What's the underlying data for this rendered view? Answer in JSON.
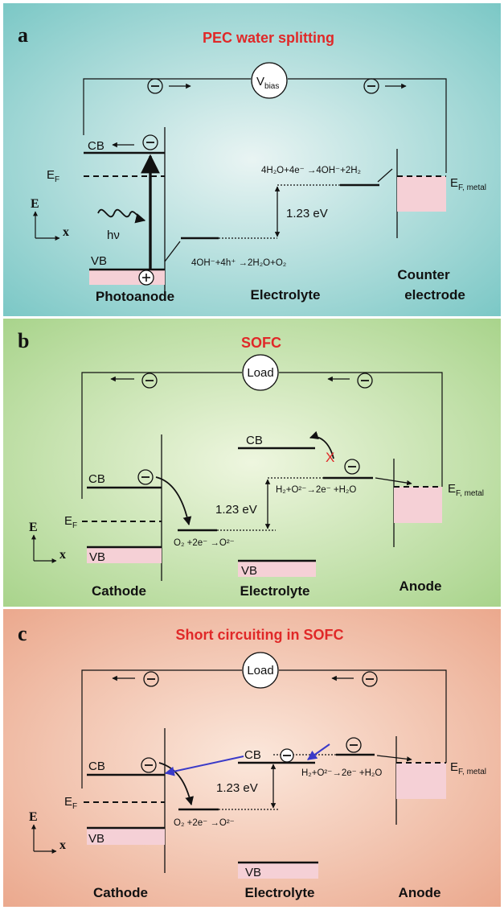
{
  "panel_a": {
    "letter": "a",
    "title": "PEC water splitting",
    "vbias_main": "V",
    "vbias_sub": "bias",
    "electron": "⊖",
    "hole": "⊕",
    "cb": "CB",
    "vb": "VB",
    "ef_main": "E",
    "ef_sub": "F",
    "efmetal_main": "E",
    "efmetal_sub": "F, metal",
    "hv": "hν",
    "reaction_top": "4H₂O+4e⁻ →4OH⁻+2H₂",
    "reaction_bottom": "4OH⁻+4h⁺ →2H₂O+O₂",
    "gap": "1.23 eV",
    "axis_e": "E",
    "axis_x": "x",
    "photoanode": "Photoanode",
    "electrolyte": "Electrolyte",
    "counter1": "Counter",
    "counter2": "electrode"
  },
  "panel_b": {
    "letter": "b",
    "title": "SOFC",
    "load": "Load",
    "electron": "⊖",
    "cb_left": "CB",
    "cb_mid": "CB",
    "vb_left": "VB",
    "vb_mid": "VB",
    "ef_main": "E",
    "ef_sub": "F",
    "efmetal_main": "E",
    "efmetal_sub": "F, metal",
    "blocked": "X",
    "gap": "1.23 eV",
    "reaction_right": "H₂+O²⁻→2e⁻ +H₂O",
    "reaction_left": "O₂ +2e⁻ →O²⁻",
    "axis_e": "E",
    "axis_x": "x",
    "cathode": "Cathode",
    "electrolyte": "Electrolyte",
    "anode": "Anode"
  },
  "panel_c": {
    "letter": "c",
    "title": "Short circuiting in SOFC",
    "load": "Load",
    "electron": "⊖",
    "cb_left": "CB",
    "cb_mid": "CB",
    "vb_left": "VB",
    "vb_mid": "VB",
    "ef_main": "E",
    "ef_sub": "F",
    "efmetal_main": "E",
    "efmetal_sub": "F, metal",
    "gap": "1.23 eV",
    "reaction_right": "H₂+O²⁻→2e⁻ +H₂O",
    "reaction_left": "O₂ +2e⁻ →O²⁻",
    "axis_e": "E",
    "axis_x": "x",
    "cathode": "Cathode",
    "electrolyte": "Electrolyte",
    "anode": "Anode"
  },
  "colors": {
    "panel_a_center": "#e9f4f3",
    "panel_a_edge": "#7cc8c6",
    "panel_b_center": "#eef6df",
    "panel_b_edge": "#a9d48c",
    "panel_c_center": "#fbe7db",
    "panel_c_edge": "#eba98e",
    "title_red": "#e02828",
    "pink_fill": "#f5d0d6",
    "blue_arrow": "#3a3ac8"
  }
}
